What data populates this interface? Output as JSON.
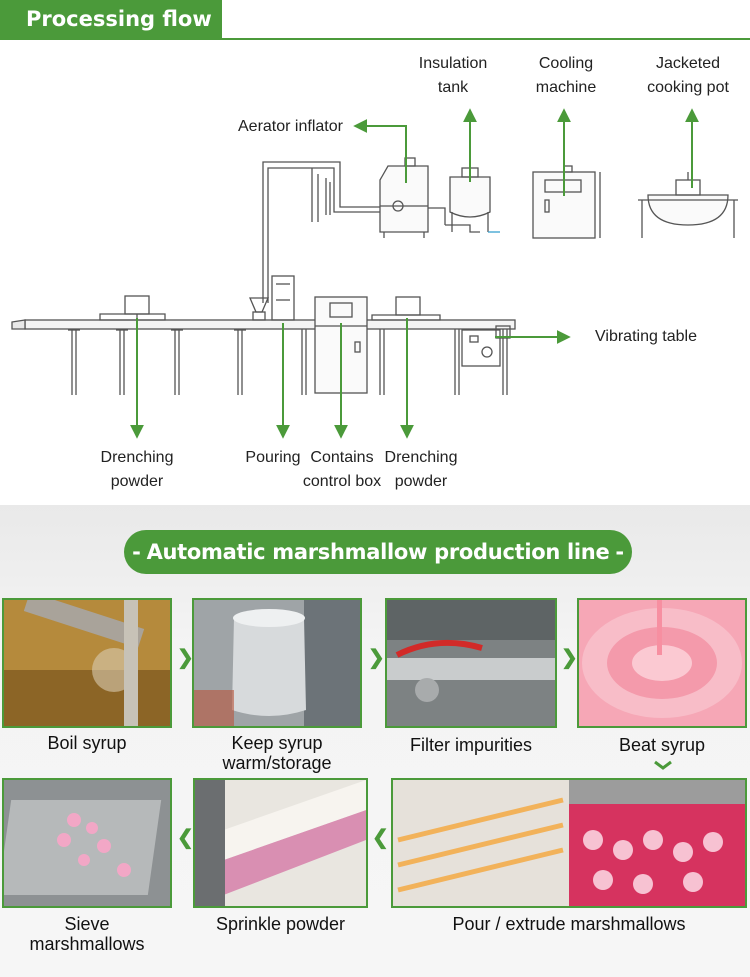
{
  "header": {
    "title": "Processing flow"
  },
  "diagram": {
    "labels": {
      "aerator": "Aerator inflator",
      "insulation_1": "Insulation",
      "insulation_2": "tank",
      "cooling_1": "Cooling",
      "cooling_2": "machine",
      "jacketed_1": "Jacketed",
      "jacketed_2": "cooking pot",
      "vibrating": "Vibrating table",
      "drench_left_1": "Drenching",
      "drench_left_2": "powder",
      "pouring": "Pouring",
      "control_1": "Contains",
      "control_2": "control box",
      "drench_right_1": "Drenching",
      "drench_right_2": "powder"
    },
    "colors": {
      "arrow": "#4b9a3a",
      "machine": "#555555"
    }
  },
  "banner": {
    "title": "Automatic marshmallow production line",
    "dash": "-"
  },
  "steps": [
    {
      "caption": "Boil syrup"
    },
    {
      "caption_1": "Keep syrup",
      "caption_2": "warm/storage"
    },
    {
      "caption": "Filter impurities"
    },
    {
      "caption": "Beat syrup"
    },
    {
      "caption": "Pour / extrude marshmallows"
    },
    {
      "caption": "Sprinkle powder"
    },
    {
      "caption_1": "Sieve",
      "caption_2": "marshmallows"
    }
  ],
  "icons": {
    "flow_right": "chevron-right-icon",
    "flow_left": "chevron-left-icon",
    "flow_down": "chevron-down-icon"
  },
  "brand_color": "#4b9a3a"
}
